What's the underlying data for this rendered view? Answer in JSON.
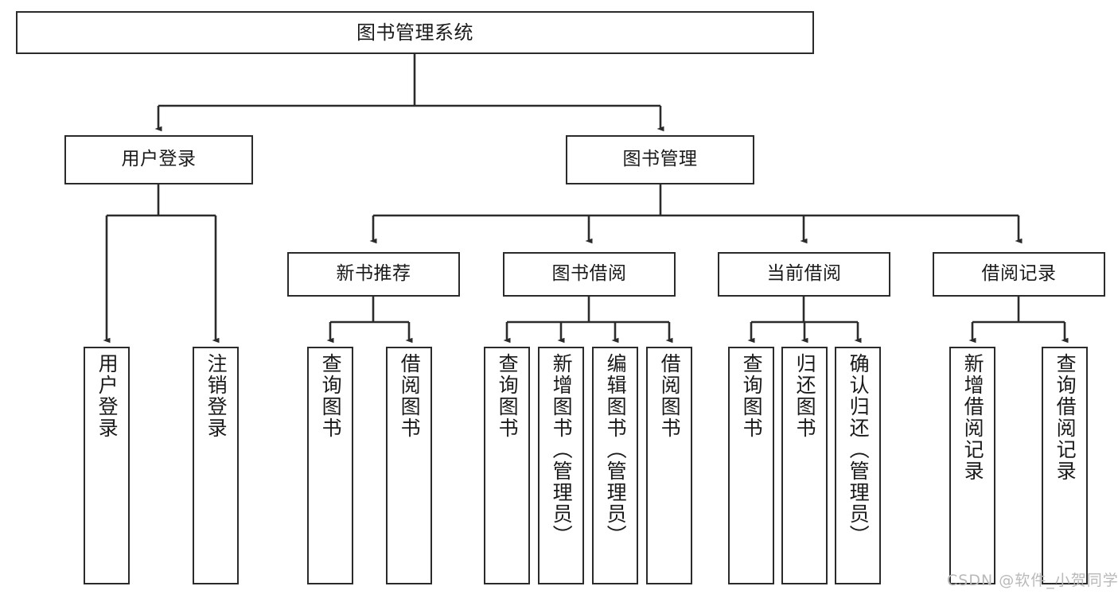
{
  "diagram": {
    "title": "图书管理系统",
    "type": "tree-hierarchy-chart",
    "line_color": "#2b2b2b",
    "box_fill": "#ffffff",
    "text_color": "#1a1a1a",
    "root": {
      "label": "图书管理系统"
    },
    "level1": [
      {
        "label": "用户登录"
      },
      {
        "label": "图书管理"
      }
    ],
    "level2": [
      {
        "label": "新书推荐"
      },
      {
        "label": "图书借阅"
      },
      {
        "label": "当前借阅"
      },
      {
        "label": "借阅记录"
      }
    ],
    "leaves": {
      "user_login": [
        {
          "label": "用户登录"
        },
        {
          "label": "注销登录"
        }
      ],
      "new_book_recommend": [
        {
          "label": "查询图书"
        },
        {
          "label": "借阅图书"
        }
      ],
      "book_borrow": [
        {
          "label": "查询图书"
        },
        {
          "label": "新增图书（管理员）"
        },
        {
          "label": "编辑图书（管理员）"
        },
        {
          "label": "借阅图书"
        }
      ],
      "current_borrow": [
        {
          "label": "查询图书"
        },
        {
          "label": "归还图书"
        },
        {
          "label": "确认归还（管理员）"
        }
      ],
      "borrow_record": [
        {
          "label": "新增借阅记录"
        },
        {
          "label": "查询借阅记录"
        }
      ]
    }
  },
  "watermark": {
    "text": "CSDN @软件_小贺同学",
    "color": "#b9b9b9"
  }
}
